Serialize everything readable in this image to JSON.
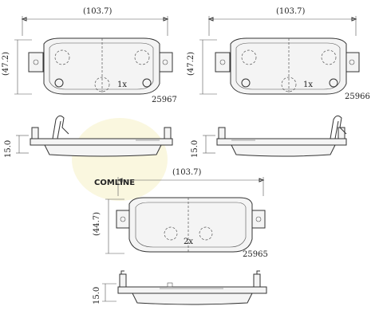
{
  "watermark": {
    "text": "COMLINE",
    "color": "#e8ecf2",
    "accent": "#f3edc2"
  },
  "pads": [
    {
      "width_label": "(103.7)",
      "height_label": "(47.2)",
      "part_no": "25967",
      "qty": "1x",
      "thickness_label": "15.0"
    },
    {
      "width_label": "(103.7)",
      "height_label": "(47.2)",
      "part_no": "25966",
      "qty": "1x",
      "thickness_label": "15.0"
    },
    {
      "width_label": "(103.7)",
      "height_label": "(44.7)",
      "part_no": "25965",
      "qty": "2x",
      "thickness_label": "15.0"
    }
  ]
}
